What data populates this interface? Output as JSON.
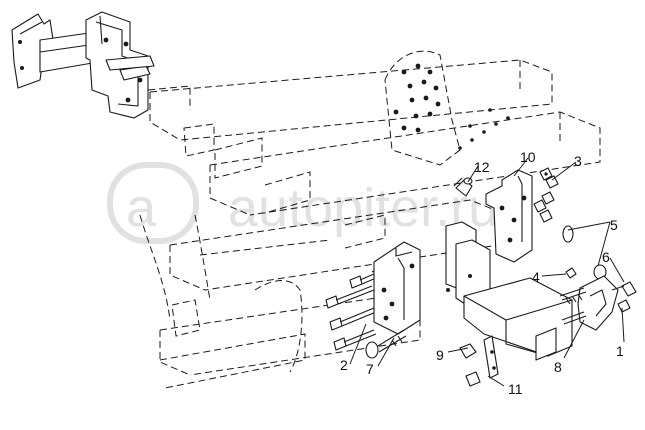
{
  "watermark": {
    "logo_letter": "a",
    "text": "autopiter.ru"
  },
  "callouts": [
    {
      "label": "1"
    },
    {
      "label": "2"
    },
    {
      "label": "3"
    },
    {
      "label": "4"
    },
    {
      "label": "5"
    },
    {
      "label": "6"
    },
    {
      "label": "7"
    },
    {
      "label": "8"
    },
    {
      "label": "9"
    },
    {
      "label": "10"
    },
    {
      "label": "11"
    },
    {
      "label": "12"
    }
  ]
}
